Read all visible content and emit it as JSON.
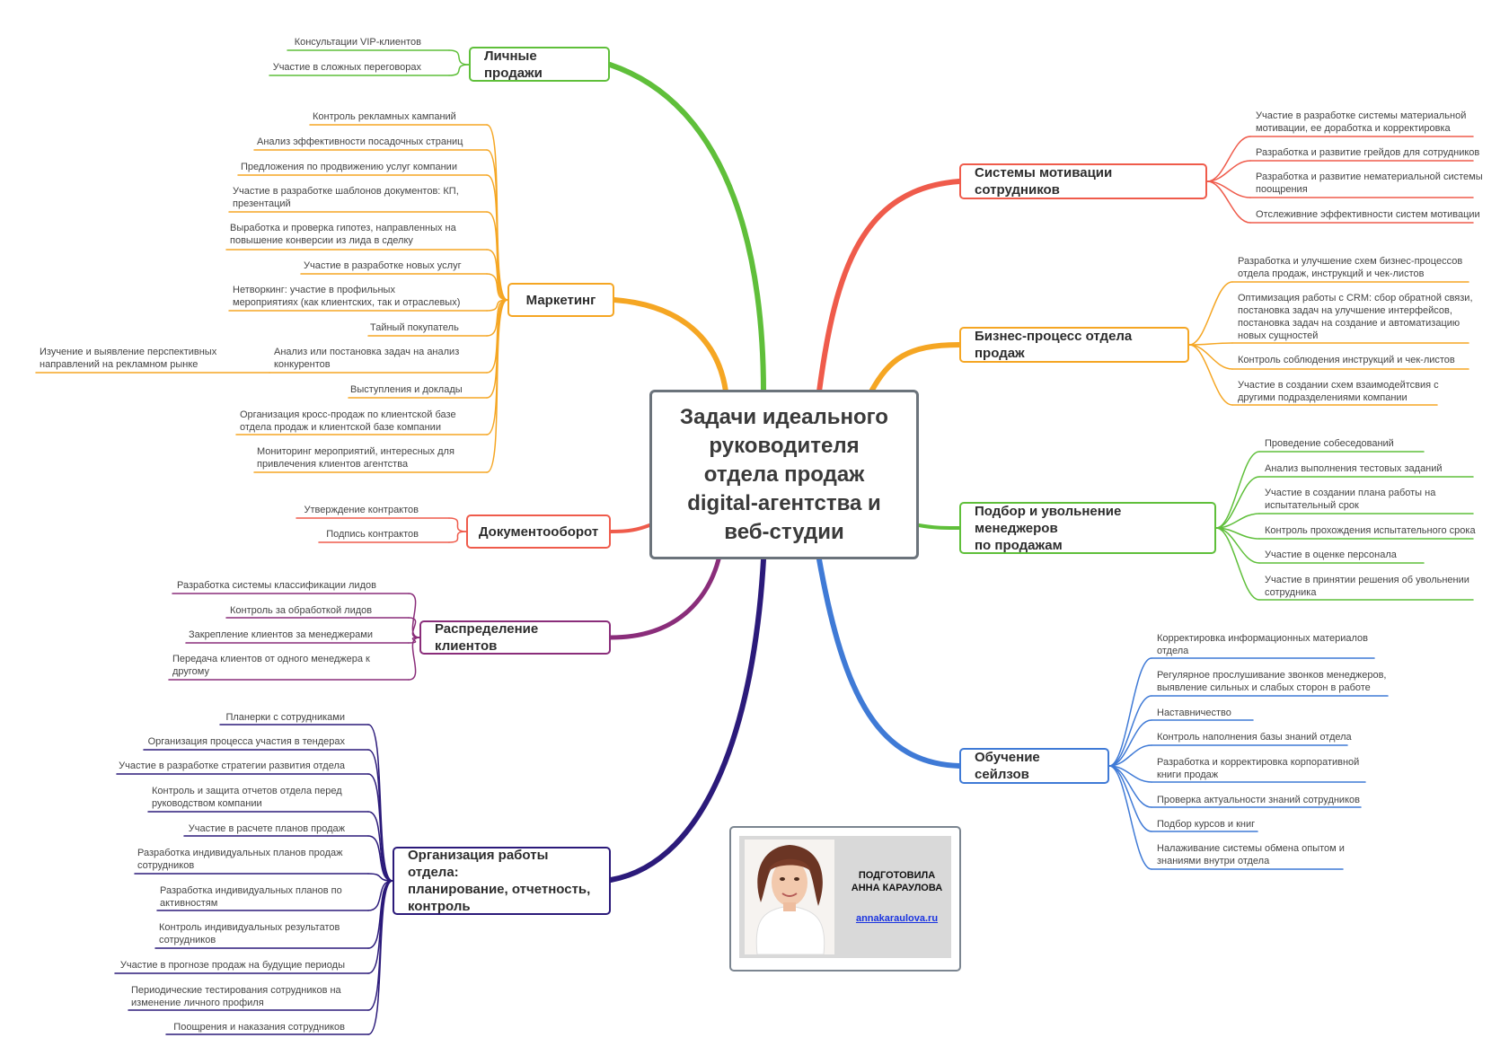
{
  "center": {
    "title": "Задачи идеального\nруководителя\nотдела продаж\ndigital-агентства и\nвеб-студии"
  },
  "colors": {
    "personal_sales": "#5fbf3a",
    "marketing": "#f5a623",
    "docs": "#ef5b4b",
    "clients": "#8a2d7a",
    "org": "#2b1a7a",
    "motivation": "#ef5b4b",
    "process": "#f5a623",
    "hiring": "#5fbf3a",
    "training": "#3f7ad6"
  },
  "branches": {
    "personal_sales": {
      "label": "Личные продажи",
      "items": [
        "Консультации VIP-клиентов",
        "Участие в сложных переговорах"
      ]
    },
    "marketing": {
      "label": "Маркетинг",
      "items": [
        "Контроль рекламных кампаний",
        "Анализ эффективности посадочных страниц",
        "Предложения по продвижению услуг компании",
        "Участие в разработке шаблонов документов: КП,\nпрезентаций",
        "Выработка и проверка гипотез, направленных на\nповышение конверсии из лида в сделку",
        "Участие в разработке новых услуг",
        "Нетворкинг: участие в профильных\nмероприятиях (как клиентских, так и отраслевых)",
        "Тайный покупатель",
        "Анализ или постановка задач на анализ\nконкурентов",
        "Выступления и доклады",
        "Организация кросс-продаж по клиентской базе\nотдела продаж и клиентской базе компании",
        "Мониторинг мероприятий, интересных для\nпривлечения клиентов агентства"
      ],
      "sub_item": "Изучение и выявление перспективных\nнаправлений на рекламном рынке"
    },
    "docs": {
      "label": "Документооборот",
      "items": [
        "Утверждение контрактов",
        "Подпись контрактов"
      ]
    },
    "clients": {
      "label": "Распределение клиентов",
      "items": [
        "Разработка системы классификации лидов",
        "Контроль за обработкой лидов",
        "Закрепление клиентов за менеджерами",
        "Передача клиентов от одного менеджера к\nдругому"
      ]
    },
    "org": {
      "label": "Организация работы отдела:\nпланирование, отчетность,\nконтроль",
      "items": [
        "Планерки с сотрудниками",
        "Организация процесса участия в тендерах",
        "Участие в разработке стратегии развития отдела",
        "Контроль и защита отчетов отдела перед\nруководством компании",
        "Участие в расчете планов продаж",
        "Разработка индивидуальных планов продаж\nсотрудников",
        "Разработка индивидуальных планов по\nактивностям",
        "Контроль индивидуальных результатов\nсотрудников",
        "Участие в прогнозе продаж на будущие периоды",
        "Периодические тестирования сотрудников на\nизменение личного профиля",
        "Поощрения и наказания сотрудников"
      ]
    },
    "motivation": {
      "label": "Системы мотивации сотрудников",
      "items": [
        "Участие в разработке системы материальной\nмотивации, ее доработка и корректировка",
        "Разработка и развитие грейдов для сотрудников",
        "Разработка и развитие нематериальной системы\nпоощрения",
        "Отслеживние эффективности систем мотивации"
      ]
    },
    "process": {
      "label": "Бизнес-процесс отдела продаж",
      "items": [
        "Разработка и улучшение схем бизнес-процессов\nотдела продаж, инструкций и чек-листов",
        "Оптимизация работы с CRM: сбор обратной связи,\nпостановка задач на улучшение интерфейсов,\nпостановка задач на создание и автоматизацию\nновых сущностей",
        "Контроль соблюдения инструкций и чек-листов",
        "Участие в создании схем взаимодейтсвия с\nдругими подразделениями компании"
      ]
    },
    "hiring": {
      "label": "Подбор и увольнение менеджеров\nпо продажам",
      "items": [
        "Проведение собеседований",
        "Анализ выполнения тестовых заданий",
        "Участие в создании плана работы на\nиспытательный срок",
        "Контроль прохождения испытательного срока",
        "Участие в оценке персонала",
        "Участие в принятии решения об увольнении\nсотрудника"
      ]
    },
    "training": {
      "label": "Обучение сейлзов",
      "items": [
        "Корректировка информационных материалов\nотдела",
        "Регулярное прослушивание звонков менеджеров,\nвыявление сильных и слабых сторон в работе",
        "Наставничество",
        "Контроль наполнения базы знаний отдела",
        "Разработка и корректировка корпоративной\nкниги продаж",
        "Проверка актуальности знаний сотрудников",
        "Подбор курсов и книг",
        "Налаживание системы обмена опытом и\nзнаниями внутри отдела"
      ]
    }
  },
  "credit": {
    "title": "ПОДГОТОВИЛА\nАННА КАРАУЛОВА",
    "link": "annakaraulova.ru"
  }
}
